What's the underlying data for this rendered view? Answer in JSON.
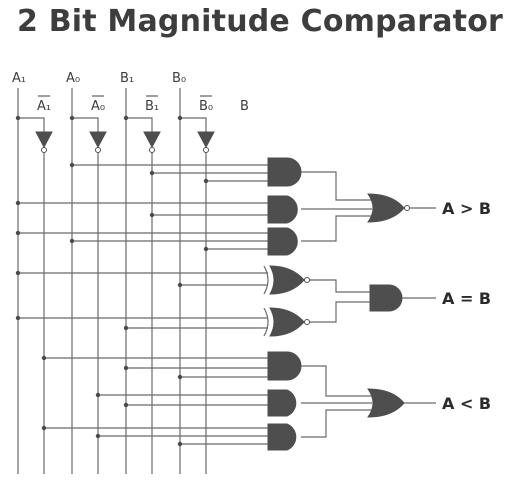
{
  "title": "2 Bit Magnitude Comparator",
  "inputs": {
    "a1": "A₁",
    "a0": "A₀",
    "b1": "B₁",
    "b0": "B₀",
    "a1_not": "A₁",
    "a0_not": "A₀",
    "b1_not": "B₁",
    "b0_not": "B₀",
    "b_extra": "B"
  },
  "outputs": {
    "greater": "A > B",
    "equal": "A = B",
    "less": "A < B"
  },
  "colors": {
    "gate": "#4e4e4e",
    "wire": "#6b6b6b",
    "text": "#3d3d3d"
  }
}
